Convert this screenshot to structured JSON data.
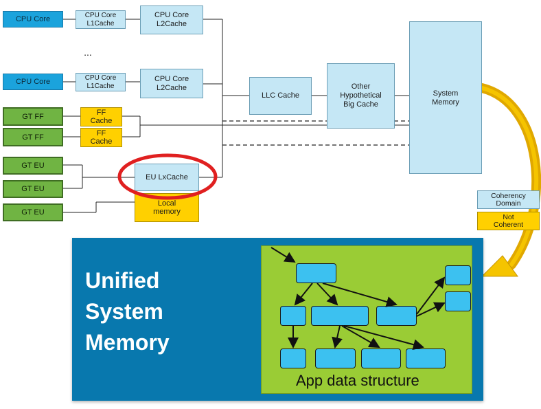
{
  "diagram": {
    "cpu_core_1": "CPU Core",
    "cpu_core_2": "CPU Core",
    "l1_cache_1": "CPU Core\nL1Cache",
    "l1_cache_2": "CPU Core\nL1Cache",
    "l2_cache_1": "CPU Core\nL2Cache",
    "l2_cache_2": "CPU Core\nL2Cache",
    "ellipsis": "...",
    "gt_ff_1": "GT FF",
    "gt_ff_2": "GT FF",
    "ff_cache_1": "FF\nCache",
    "ff_cache_2": "FF\nCache",
    "gt_eu_1": "GT EU",
    "gt_eu_2": "GT EU",
    "gt_eu_3": "GT EU",
    "eu_cache": "EU LxCache",
    "local_memory": "Local\nmemory",
    "llc_cache": "LLC Cache",
    "big_cache": "Other\nHypothetical\nBig Cache",
    "system_memory": "System\nMemory",
    "legend_coherent": "Coherency\nDomain",
    "legend_not_coherent": "Not\nCoherent",
    "usm_title": [
      "Unified",
      "System",
      "Memory"
    ],
    "app_caption": "App data structure"
  },
  "colors": {
    "cpu": "#1ba3dc",
    "cache": "#c5e7f5",
    "gt": "#70b443",
    "yellow": "#ffd000",
    "usm_panel": "#0878ae",
    "app_panel": "#9acc35",
    "app_node": "#3cc1f0",
    "highlight_ring": "#e02020",
    "curved_arrow": "#e0a800"
  }
}
